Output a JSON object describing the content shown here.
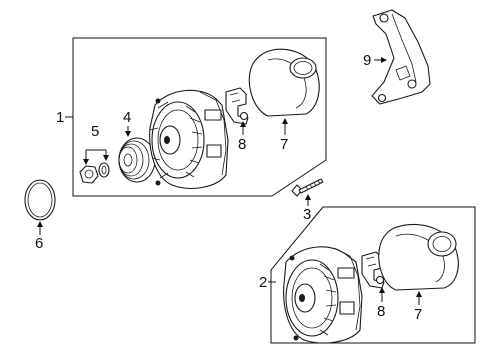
{
  "figure": {
    "kind": "exploded parts diagram",
    "callouts": [
      "1",
      "2",
      "3",
      "4",
      "5",
      "6",
      "7",
      "8",
      "9"
    ],
    "callout_7_second": "7",
    "callout_8_second": "8"
  },
  "colors": {
    "line": "#1a1a1a",
    "background": "#ffffff"
  }
}
